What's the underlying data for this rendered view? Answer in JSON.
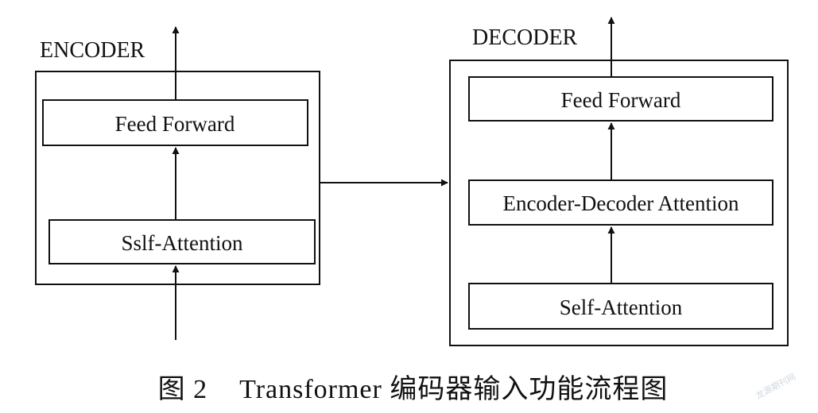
{
  "encoder": {
    "title": "ENCODER",
    "blocks": [
      "Feed Forward",
      "Sslf-Attention"
    ]
  },
  "decoder": {
    "title": "DECODER",
    "blocks": [
      "Feed Forward",
      "Encoder-Decoder Attention",
      "Self-Attention"
    ]
  },
  "caption": {
    "figure_label": "图 2",
    "text": "Transformer 编码器输入功能流程图"
  },
  "watermark": "龙源期刊网"
}
